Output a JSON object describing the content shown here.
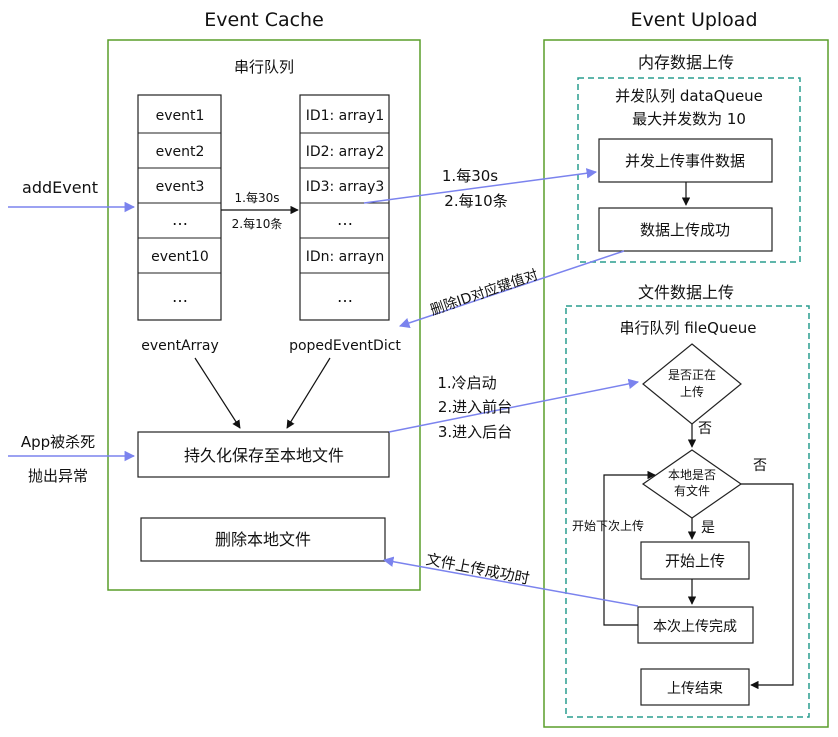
{
  "titles": {
    "cache": "Event Cache",
    "upload": "Event Upload"
  },
  "cache": {
    "serial_queue": "串行队列",
    "event_array": [
      "event1",
      "event2",
      "event3",
      "…",
      "event10",
      "…"
    ],
    "event_array_label": "eventArray",
    "poped_dict": [
      "ID1: array1",
      "ID2: array2",
      "ID3: array3",
      "…",
      "IDn: arrayn",
      "…"
    ],
    "poped_dict_label": "popedEventDict",
    "pop_rule_1": "1.每30s",
    "pop_rule_2": "2.每10条",
    "persist_box": "持久化保存至本地文件",
    "delete_box": "删除本地文件"
  },
  "inputs": {
    "add_event": "addEvent",
    "app_killed": "App被杀死",
    "exception": "抛出异常"
  },
  "memory_upload": {
    "title": "内存数据上传",
    "queue_line1": "并发队列 dataQueue",
    "queue_line2": "最大并发数为 10",
    "step1": "并发上传事件数据",
    "step2": "数据上传成功"
  },
  "upload_trigger": {
    "line1": "1.每30s",
    "line2": "2.每10条"
  },
  "delete_pair_label": "删除ID对应键值对",
  "file_trigger": {
    "line1": "1.冷启动",
    "line2": "2.进入前台",
    "line3": "3.进入后台"
  },
  "file_upload": {
    "title": "文件数据上传",
    "queue": "串行队列 fileQueue",
    "decision1_line1": "是否正在",
    "decision1_line2": "上传",
    "no1": "否",
    "decision2_line1": "本地是否",
    "decision2_line2": "有文件",
    "no2": "否",
    "yes": "是",
    "start_upload": "开始上传",
    "upload_done": "本次上传完成",
    "loop_label": "开始下次上传",
    "end": "上传结束"
  },
  "file_success_label": "文件上传成功时",
  "colors": {
    "green_border": "#5a9e2a",
    "teal_dash": "#2a9d8f",
    "arrow_blue": "#7b83ee",
    "box_border": "#222222"
  }
}
